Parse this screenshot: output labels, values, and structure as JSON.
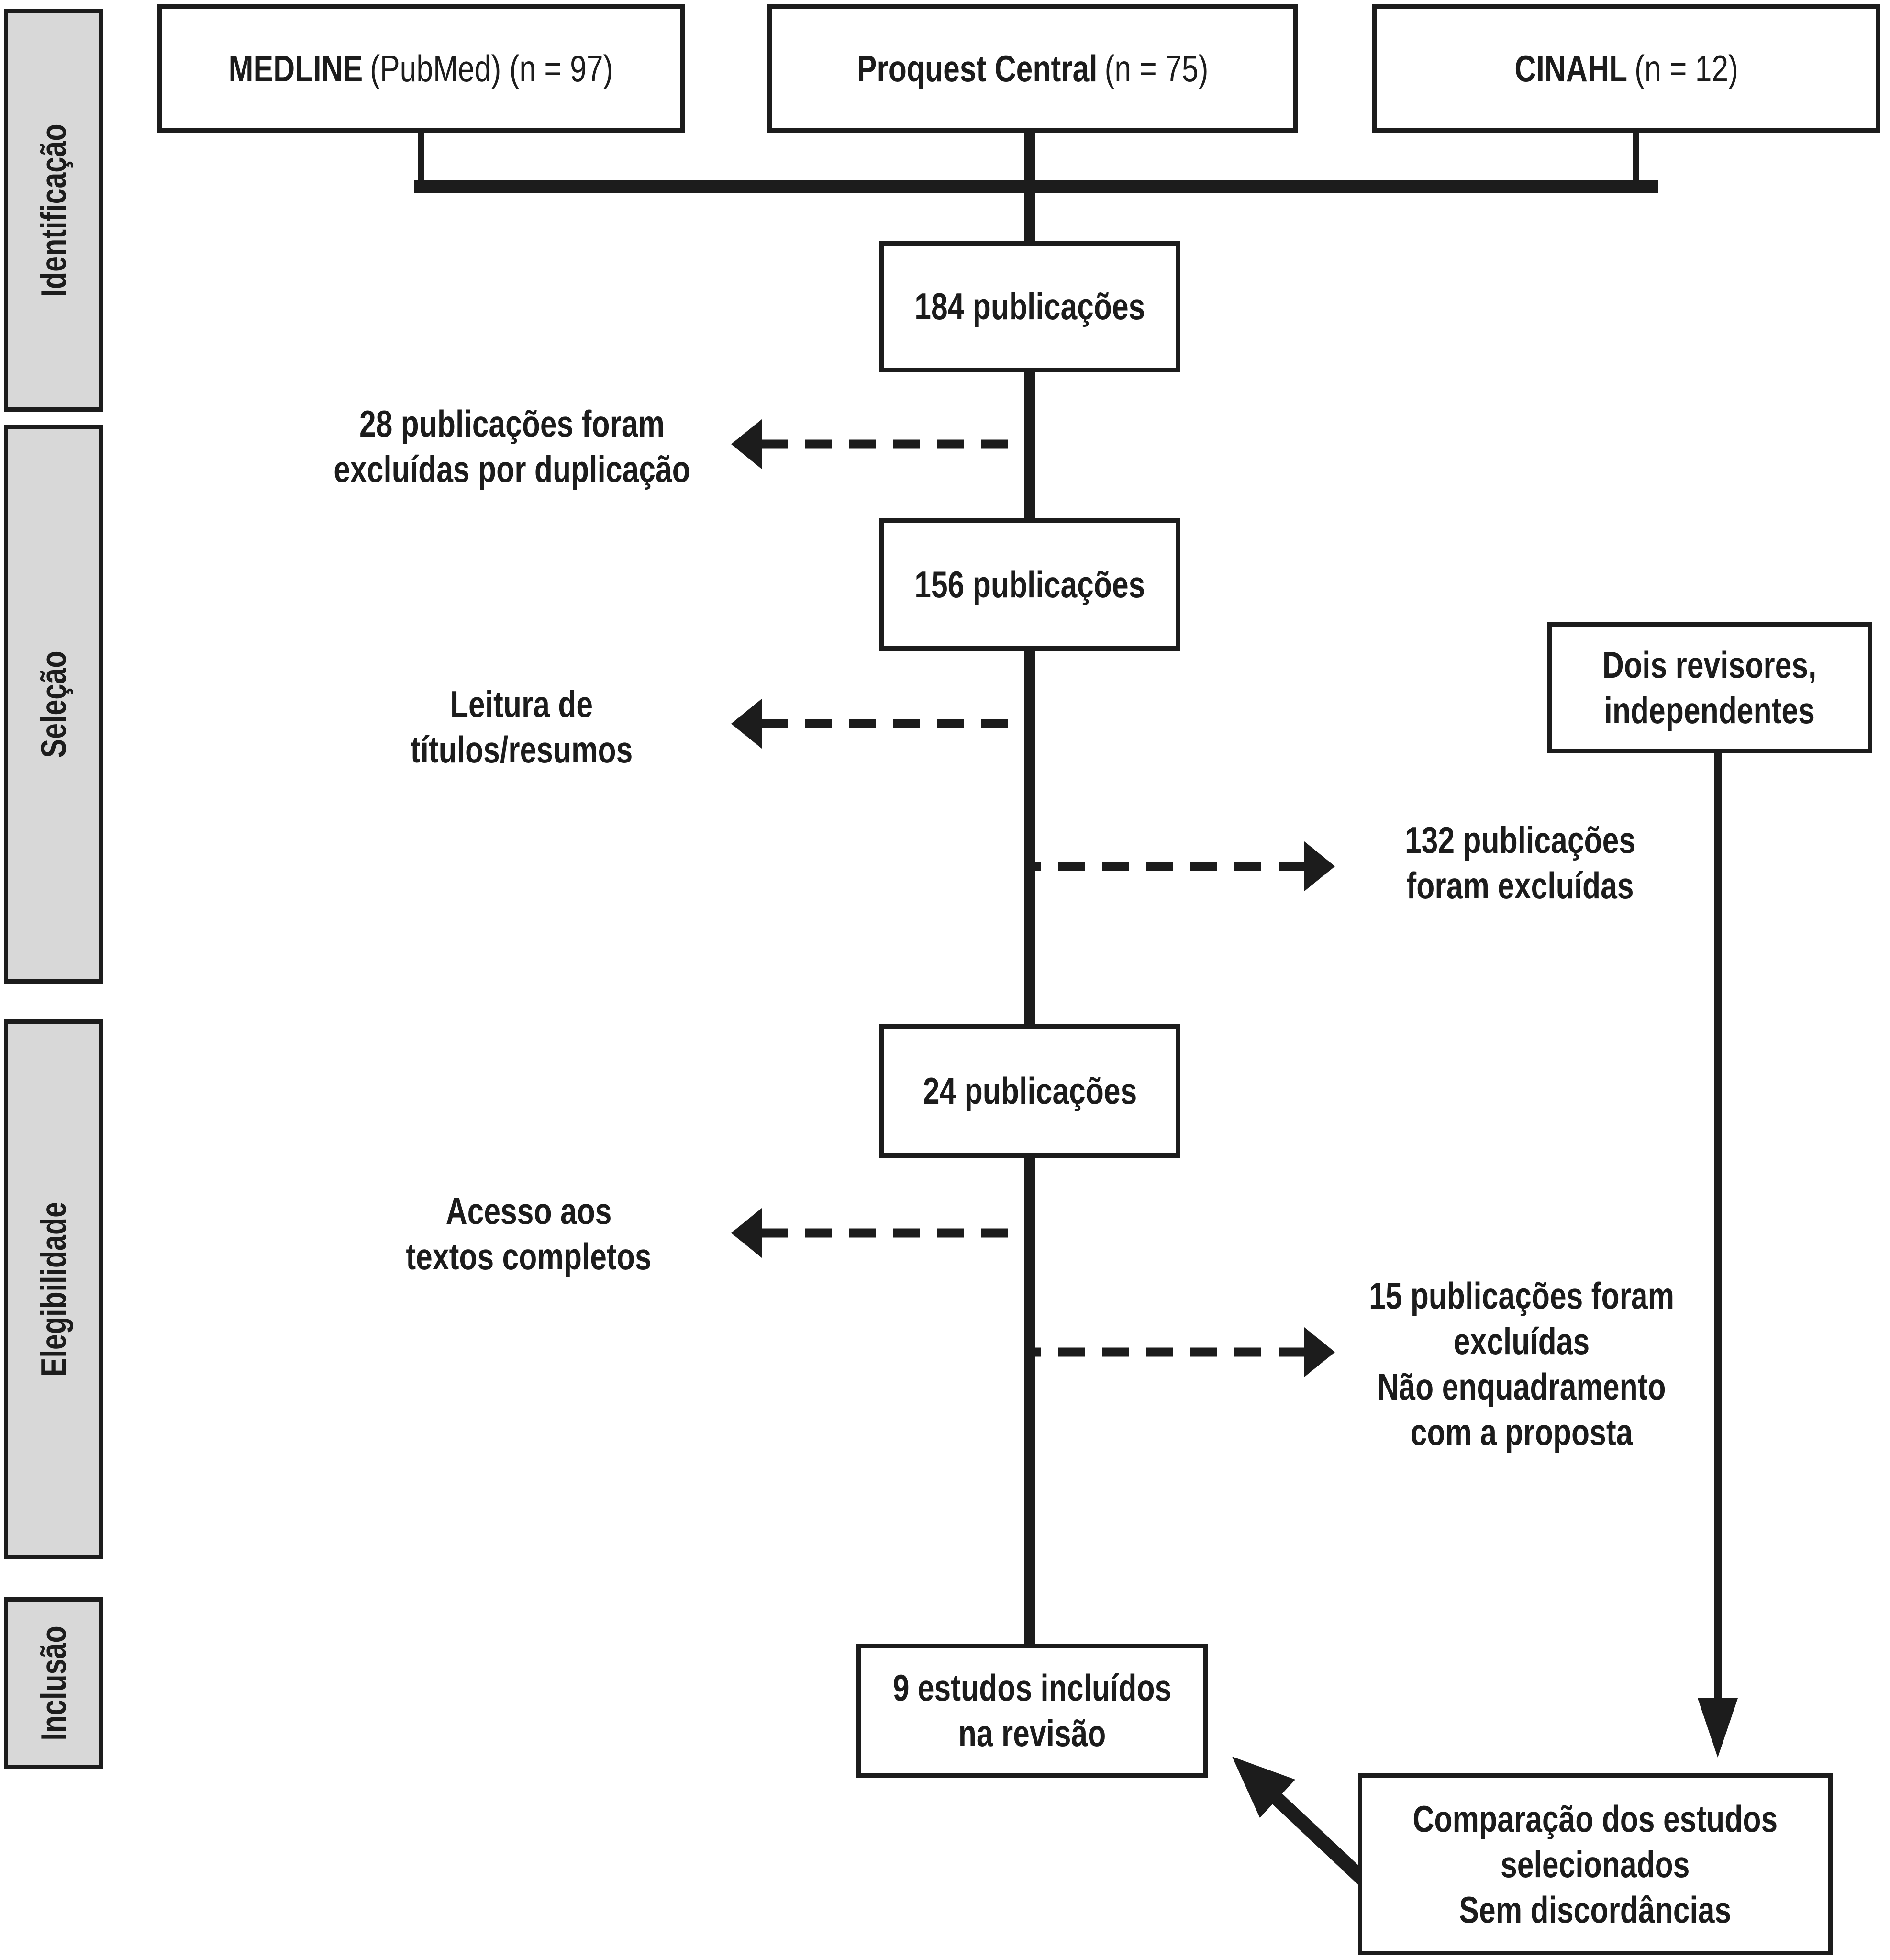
{
  "colors": {
    "ink": "#1c1c1c",
    "stage_fill": "#d8d8d8",
    "background": "#ffffff"
  },
  "diagram": {
    "stages": [
      {
        "id": "identificacao",
        "label": "Identificação"
      },
      {
        "id": "selecao",
        "label": "Seleção"
      },
      {
        "id": "elegibilidade",
        "label": "Elegibilidade"
      },
      {
        "id": "inclusao",
        "label": "Inclusão"
      }
    ],
    "sources": [
      {
        "id": "medline",
        "name": "MEDLINE",
        "detail": "(PubMed) (n = 97)"
      },
      {
        "id": "proquest",
        "name": "Proquest Central",
        "detail": "(n = 75)"
      },
      {
        "id": "cinahl",
        "name": "CINAHL",
        "detail": "(n = 12)"
      }
    ],
    "flow_boxes": [
      {
        "id": "records-identified",
        "lines": [
          "184 publicações"
        ]
      },
      {
        "id": "records-deduplicated",
        "lines": [
          "156 publicações"
        ]
      },
      {
        "id": "records-fulltext",
        "lines": [
          "24 publicações"
        ]
      },
      {
        "id": "studies-included",
        "lines": [
          "9 estudos incluídos",
          "na revisão"
        ]
      }
    ],
    "side_boxes": [
      {
        "id": "reviewers",
        "lines": [
          "Dois revisores,",
          "independentes"
        ]
      },
      {
        "id": "comparison",
        "lines": [
          "Comparação dos estudos",
          "selecionados",
          "Sem discordâncias"
        ]
      }
    ],
    "annotations": [
      {
        "id": "excluded-duplicates",
        "lines": [
          "28 publicações foram",
          "excluídas por duplicação"
        ]
      },
      {
        "id": "title-abstract-screening",
        "lines": [
          "Leitura de",
          "títulos/resumos"
        ]
      },
      {
        "id": "excluded-132",
        "lines": [
          "132 publicações",
          "foram excluídas"
        ]
      },
      {
        "id": "fulltext-access",
        "lines": [
          "Acesso aos",
          "textos completos"
        ]
      },
      {
        "id": "excluded-15",
        "lines": [
          "15 publicações foram",
          "excluídas",
          "Não enquadramento",
          "com a proposta"
        ]
      }
    ]
  }
}
